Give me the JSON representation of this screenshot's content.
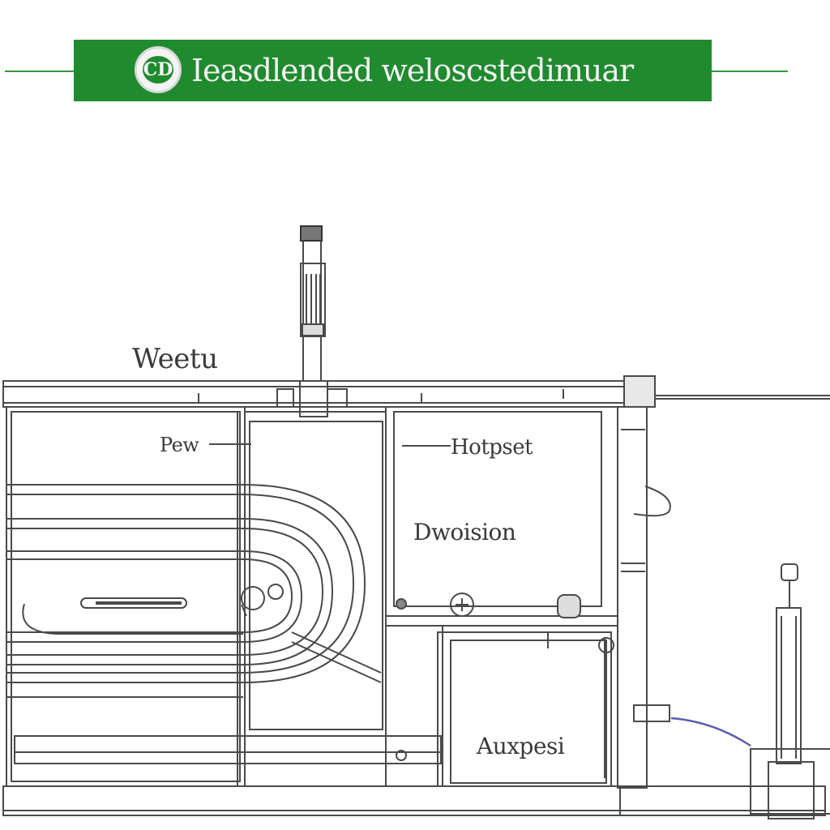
{
  "banner": {
    "title": "Ieasdlended weloscstedimuar",
    "logo_text": "CD",
    "color": "#1f8a2e"
  },
  "labels": {
    "wheel": "Weetu",
    "press": "Pew",
    "hotpot": "Hotpset",
    "division": "Dwoision",
    "auxbox": "Auxpesi"
  },
  "colors": {
    "line": "#4a4a4a",
    "cable": "#5a5fb0",
    "banner": "#1f8a2e"
  },
  "icons": [
    "logo-emblem",
    "valve-knob",
    "gauge-dial",
    "pressure-gauge"
  ]
}
